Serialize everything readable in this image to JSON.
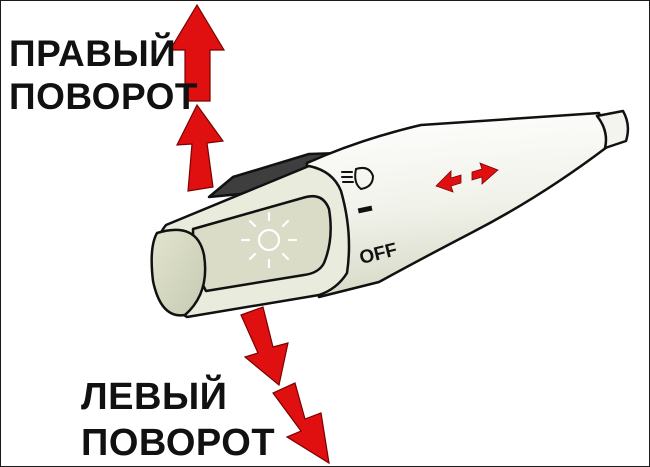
{
  "right_turn": {
    "line1": "ПРАВЫЙ",
    "line2": "ПОВОРОТ"
  },
  "left_turn": {
    "line1": "ЛЕВЫЙ",
    "line2": "ПОВОРОТ"
  },
  "switch": {
    "off_label": "OFF"
  },
  "colors": {
    "arrow": "#e01010",
    "outline": "#111111",
    "body": "#f3f3ec",
    "shade": "#cdd0bc",
    "dark": "#3a3a3a"
  },
  "icons": [
    "headlight-icon",
    "light-bulb-icon",
    "flash-to-pass-arrows"
  ]
}
